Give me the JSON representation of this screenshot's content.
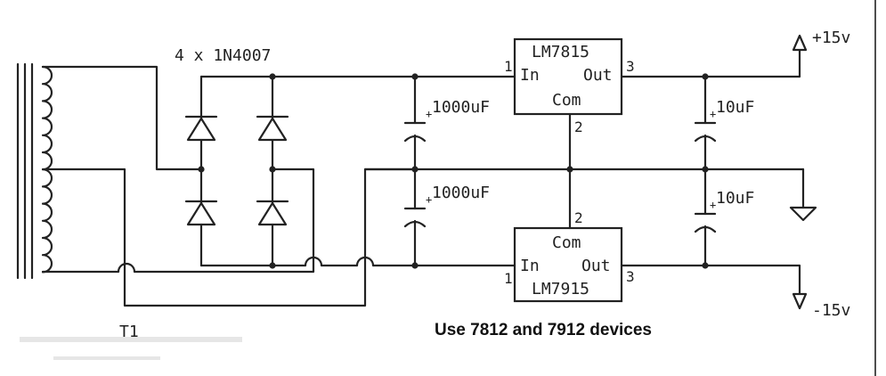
{
  "labels": {
    "bridge": "4 x 1N4007",
    "transformer": "T1",
    "cap_top_left": "1000uF",
    "cap_bottom_left": "1000uF",
    "cap_top_right": "10uF",
    "cap_bottom_right": "10uF",
    "out_pos": "+15v",
    "out_neg": "-15v",
    "note": "Use 7812 and 7912 devices",
    "plus": "+"
  },
  "regulator_pos": {
    "name": "LM7815",
    "in": "In",
    "out": "Out",
    "com": "Com",
    "pin_in": "1",
    "pin_out": "3",
    "pin_com": "2"
  },
  "regulator_neg": {
    "name": "LM7915",
    "in": "In",
    "out": "Out",
    "com": "Com",
    "pin_in": "1",
    "pin_out": "3",
    "pin_com": "2"
  }
}
